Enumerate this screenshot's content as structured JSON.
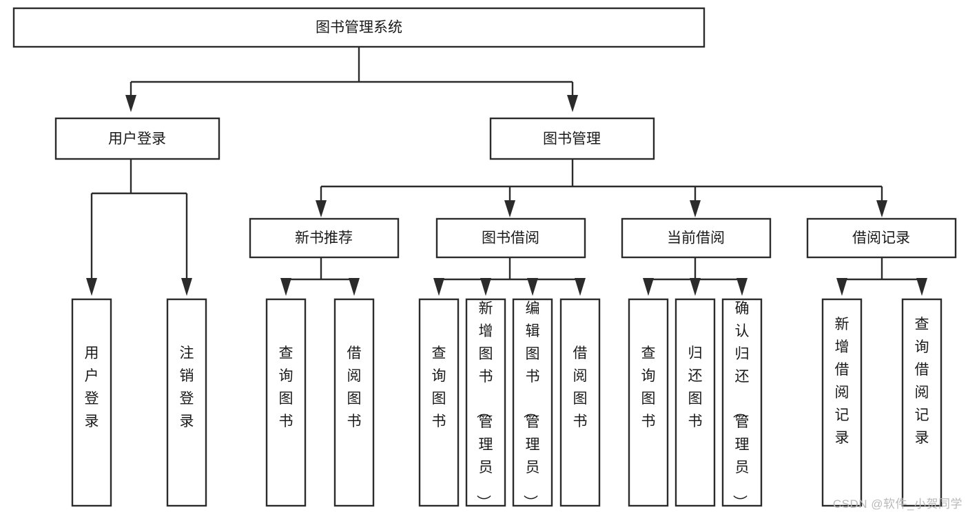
{
  "diagram": {
    "title": "图书管理系统",
    "type": "tree-hierarchy-flowchart",
    "root": {
      "id": "root",
      "label": "图书管理系统"
    },
    "level1": [
      {
        "id": "user-login",
        "label": "用户登录"
      },
      {
        "id": "book-management",
        "label": "图书管理"
      }
    ],
    "level2": [
      {
        "id": "new-book-recommend",
        "label": "新书推荐",
        "parent": "book-management"
      },
      {
        "id": "book-borrow",
        "label": "图书借阅",
        "parent": "book-management"
      },
      {
        "id": "current-borrow",
        "label": "当前借阅",
        "parent": "book-management"
      },
      {
        "id": "borrow-record",
        "label": "借阅记录",
        "parent": "book-management"
      }
    ],
    "leaves": {
      "user-login": [
        {
          "id": "leaf-user-login",
          "label": "用户登录"
        },
        {
          "id": "leaf-logout-login",
          "label": "注销登录"
        }
      ],
      "new-book-recommend": [
        {
          "id": "leaf-query-book-1",
          "label": "查询图书"
        },
        {
          "id": "leaf-borrow-book-1",
          "label": "借阅图书"
        }
      ],
      "book-borrow": [
        {
          "id": "leaf-query-book-2",
          "label": "查询图书"
        },
        {
          "id": "leaf-add-book",
          "label": "新增图书（管理员）"
        },
        {
          "id": "leaf-edit-book",
          "label": "编辑图书（管理员）"
        },
        {
          "id": "leaf-borrow-book-2",
          "label": "借阅图书"
        }
      ],
      "current-borrow": [
        {
          "id": "leaf-query-book-3",
          "label": "查询图书"
        },
        {
          "id": "leaf-return-book",
          "label": "归还图书"
        },
        {
          "id": "leaf-confirm-return",
          "label": "确认归还（管理员）"
        }
      ],
      "borrow-record": [
        {
          "id": "leaf-add-borrow-record",
          "label": "新增借阅记录"
        },
        {
          "id": "leaf-query-borrow-record",
          "label": "查询借阅记录"
        }
      ]
    }
  },
  "watermark": {
    "text": "CSDN @软件_小贺同学"
  },
  "colors": {
    "background": "#ffffff",
    "box_fill": "#ffffff",
    "box_stroke": "#2b2b2b",
    "text": "#1a1a1a",
    "watermark": "#b9b9b9"
  }
}
